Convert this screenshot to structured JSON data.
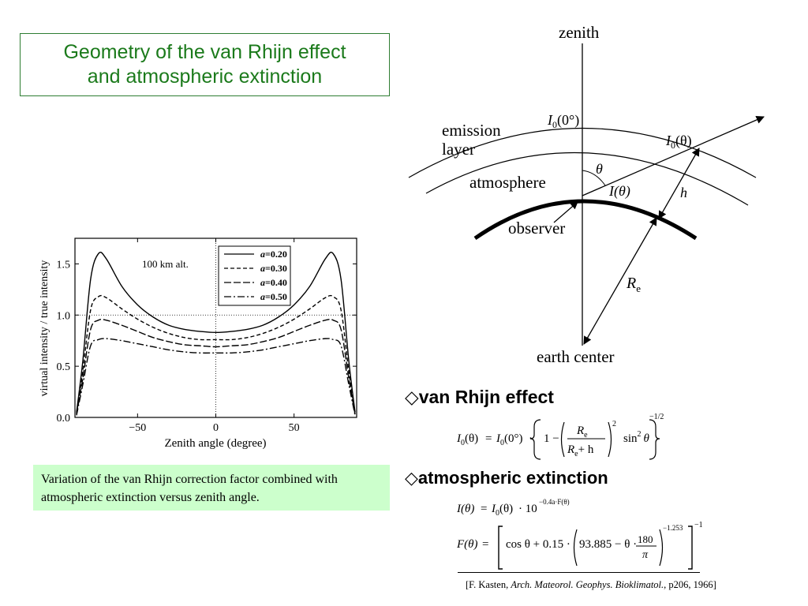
{
  "title": {
    "line1": "Geometry of the van Rhijn effect",
    "line2": "and atmospheric extinction"
  },
  "caption": "Variation of the van Rhijn correction factor combined with atmospheric extinction versus zenith angle.",
  "chart_data": {
    "type": "line",
    "xlabel": "Zenith angle (degree)",
    "ylabel": "virtual intensity / true intensity",
    "annotation": "100 km alt.",
    "xlim": [
      -90,
      90
    ],
    "ylim": [
      0,
      1.75
    ],
    "xticks": [
      -50,
      0,
      50
    ],
    "yticks": [
      0.0,
      0.5,
      1.0,
      1.5
    ],
    "reference_lines": [
      {
        "axis": "y",
        "value": 1.0
      },
      {
        "axis": "x",
        "value": 0
      }
    ],
    "legend_position": "top-right",
    "x": [
      -89,
      -85,
      -80,
      -75,
      -70,
      -60,
      -50,
      -40,
      -30,
      -20,
      -10,
      0,
      10,
      20,
      30,
      40,
      50,
      60,
      70,
      75,
      80,
      85,
      89
    ],
    "series": [
      {
        "name": "a=0.20",
        "legend_prefix": "a",
        "legend_value": "=0.20",
        "dash": "solid",
        "values": [
          0.05,
          0.55,
          1.35,
          1.6,
          1.55,
          1.28,
          1.1,
          0.98,
          0.9,
          0.86,
          0.84,
          0.83,
          0.84,
          0.86,
          0.9,
          0.98,
          1.1,
          1.28,
          1.55,
          1.6,
          1.35,
          0.55,
          0.05
        ]
      },
      {
        "name": "a=0.30",
        "legend_prefix": "a",
        "legend_value": "=0.30",
        "dash": "dash",
        "values": [
          0.04,
          0.45,
          1.05,
          1.18,
          1.17,
          1.06,
          0.96,
          0.88,
          0.82,
          0.78,
          0.76,
          0.76,
          0.76,
          0.78,
          0.82,
          0.88,
          0.96,
          1.06,
          1.17,
          1.18,
          1.05,
          0.45,
          0.04
        ]
      },
      {
        "name": "a=0.40",
        "legend_prefix": "a",
        "legend_value": "=0.40",
        "dash": "longdash",
        "values": [
          0.03,
          0.38,
          0.86,
          0.95,
          0.95,
          0.9,
          0.84,
          0.78,
          0.74,
          0.71,
          0.7,
          0.69,
          0.7,
          0.71,
          0.74,
          0.78,
          0.84,
          0.9,
          0.95,
          0.95,
          0.86,
          0.38,
          0.03
        ]
      },
      {
        "name": "a=0.50",
        "legend_prefix": "a",
        "legend_value": "=0.50",
        "dash": "dashdot",
        "values": [
          0.02,
          0.32,
          0.7,
          0.76,
          0.77,
          0.75,
          0.72,
          0.69,
          0.66,
          0.64,
          0.63,
          0.63,
          0.63,
          0.64,
          0.66,
          0.69,
          0.72,
          0.75,
          0.77,
          0.76,
          0.7,
          0.32,
          0.02
        ]
      }
    ]
  },
  "geometry": {
    "zenith": "zenith",
    "emission_layer_1": "emission",
    "emission_layer_2": "layer",
    "atmosphere": "atmosphere",
    "observer": "observer",
    "earth_center": "earth center",
    "theta": "θ",
    "h": "h",
    "I0_zero_main": "I",
    "I0_zero_sub": "0",
    "I0_zero_arg": "(0°)",
    "I0_theta_main": "I",
    "I0_theta_sub": "0",
    "I0_theta_arg": "(θ)",
    "I_theta": "I(θ)",
    "Re_main": "R",
    "Re_sub": "e"
  },
  "equations": {
    "van_rhijn_heading": "◇van Rhijn effect",
    "extinction_heading": "◇atmospheric extinction",
    "vr": {
      "lhs_main": "I",
      "lhs_sub": "0",
      "lhs_arg": "(θ)",
      "eq": "=",
      "rhs_main": "I",
      "rhs_sub": "0",
      "rhs_arg": "(0°)",
      "dot": "·",
      "one_minus": "1 −",
      "num_main": "R",
      "num_sub": "e",
      "den_main": "R",
      "den_sub": "e",
      "den_plus": "+ h",
      "sq": "2",
      "sin": "sin",
      "sin_sq": "2",
      "sin_arg": "θ",
      "outer_exp": "−1/2"
    },
    "ext": {
      "lhs": "I(θ)",
      "eq": "=",
      "rhs_main": "I",
      "rhs_sub": "0",
      "rhs_arg": "(θ)",
      "ten": "· 10",
      "exp": "−0.4a·F(θ)"
    },
    "f": {
      "lhs": "F(θ)",
      "eq": "=",
      "cos": "cos θ + 0.15 ·",
      "inner": "93.885 − θ ·",
      "num": "180",
      "den": "π",
      "inner_exp": "−1.253",
      "outer_exp": "−1"
    }
  },
  "reference": {
    "prefix": "[F. Kasten, ",
    "journal": "Arch. Mateorol. Geophys. Bioklimatol.",
    "suffix": ", p206, 1966]"
  }
}
